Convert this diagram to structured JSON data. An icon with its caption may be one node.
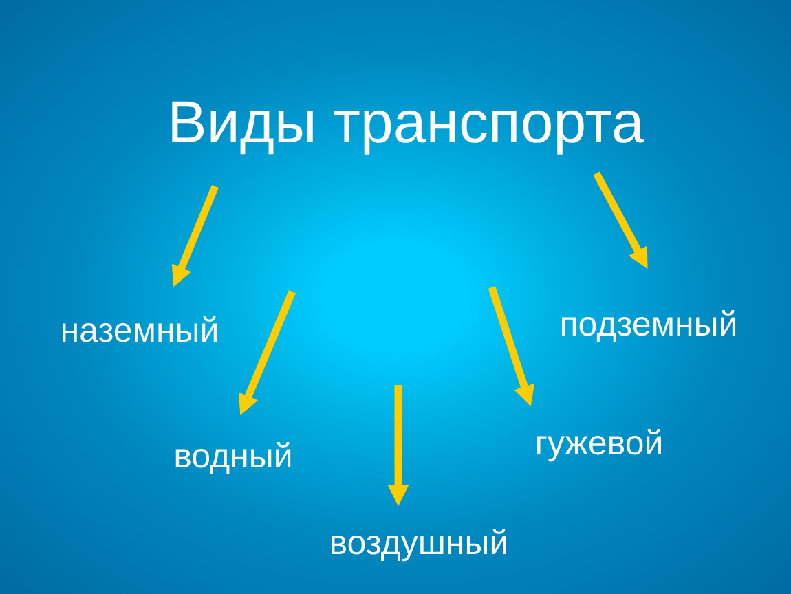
{
  "diagram": {
    "nodes": [
      {
        "text": [
          "Виды транспорта"
        ]
      },
      {
        "text": [
          "наземный"
        ]
      },
      {
        "text": [
          "подземный"
        ]
      },
      {
        "text": [
          "водный"
        ]
      },
      {
        "text": [
          "гужевой"
        ]
      },
      {
        "text": [
          "воздушный"
        ]
      }
    ],
    "edges": [
      {
        "from": 0,
        "to": 1,
        "arrow": "to"
      },
      {
        "from": 0,
        "to": 2,
        "arrow": "to"
      },
      {
        "from": null,
        "to": 3,
        "arrow": "to"
      },
      {
        "from": null,
        "to": 4,
        "arrow": "to"
      },
      {
        "from": null,
        "to": 5,
        "arrow": "to"
      }
    ]
  }
}
